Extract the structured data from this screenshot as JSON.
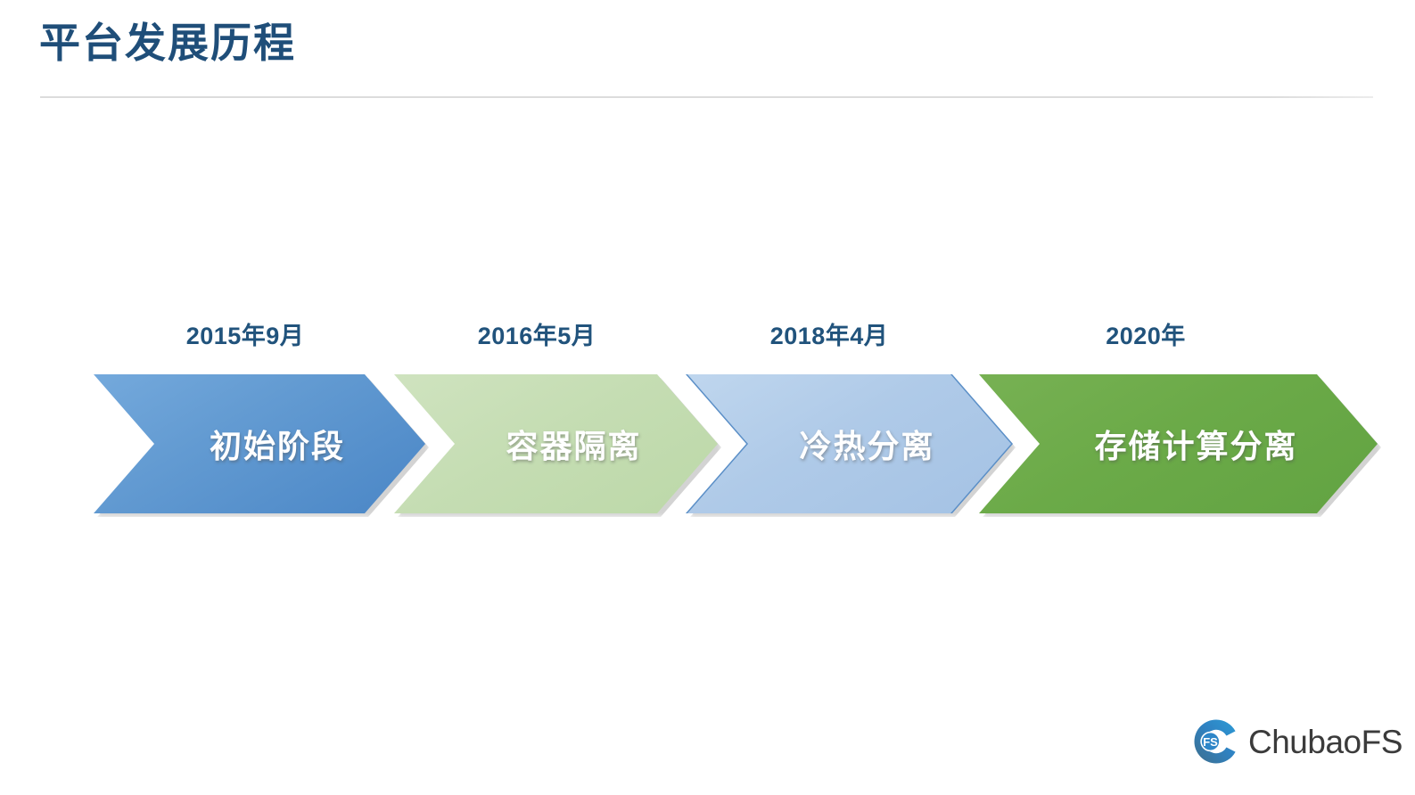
{
  "slide": {
    "title": "平台发展历程",
    "background_color": "#FFFFFF",
    "title_color": "#1F4E79",
    "divider_color": "#DCDCDC"
  },
  "timeline": {
    "steps": [
      {
        "date": "2015年9月",
        "label": "初始阶段",
        "fill_color": "#5A92CC",
        "text_color": "#FFFFFF",
        "date_color": "#21537C"
      },
      {
        "date": "2016年5月",
        "label": "容器隔离",
        "fill_color": "#C5DDB3",
        "text_color": "#FFFFFF",
        "date_color": "#21537C"
      },
      {
        "date": "2018年4月",
        "label": "冷热分离",
        "fill_color": "#AFCAE8",
        "border_color": "#5B8FC7",
        "text_color": "#FFFFFF",
        "date_color": "#21537C"
      },
      {
        "date": "2020年",
        "label": "存储计算分离",
        "fill_color": "#6BAA48",
        "text_color": "#FFFFFF",
        "date_color": "#21537C"
      }
    ]
  },
  "logo": {
    "name": "chubaofs-logo",
    "wordmark": "ChubaoFS",
    "mark_text": "FS",
    "mark_color": "#2E7FBF",
    "mark_color_dark": "#3B6E8F",
    "wordmark_color": "#3B3B3B"
  }
}
